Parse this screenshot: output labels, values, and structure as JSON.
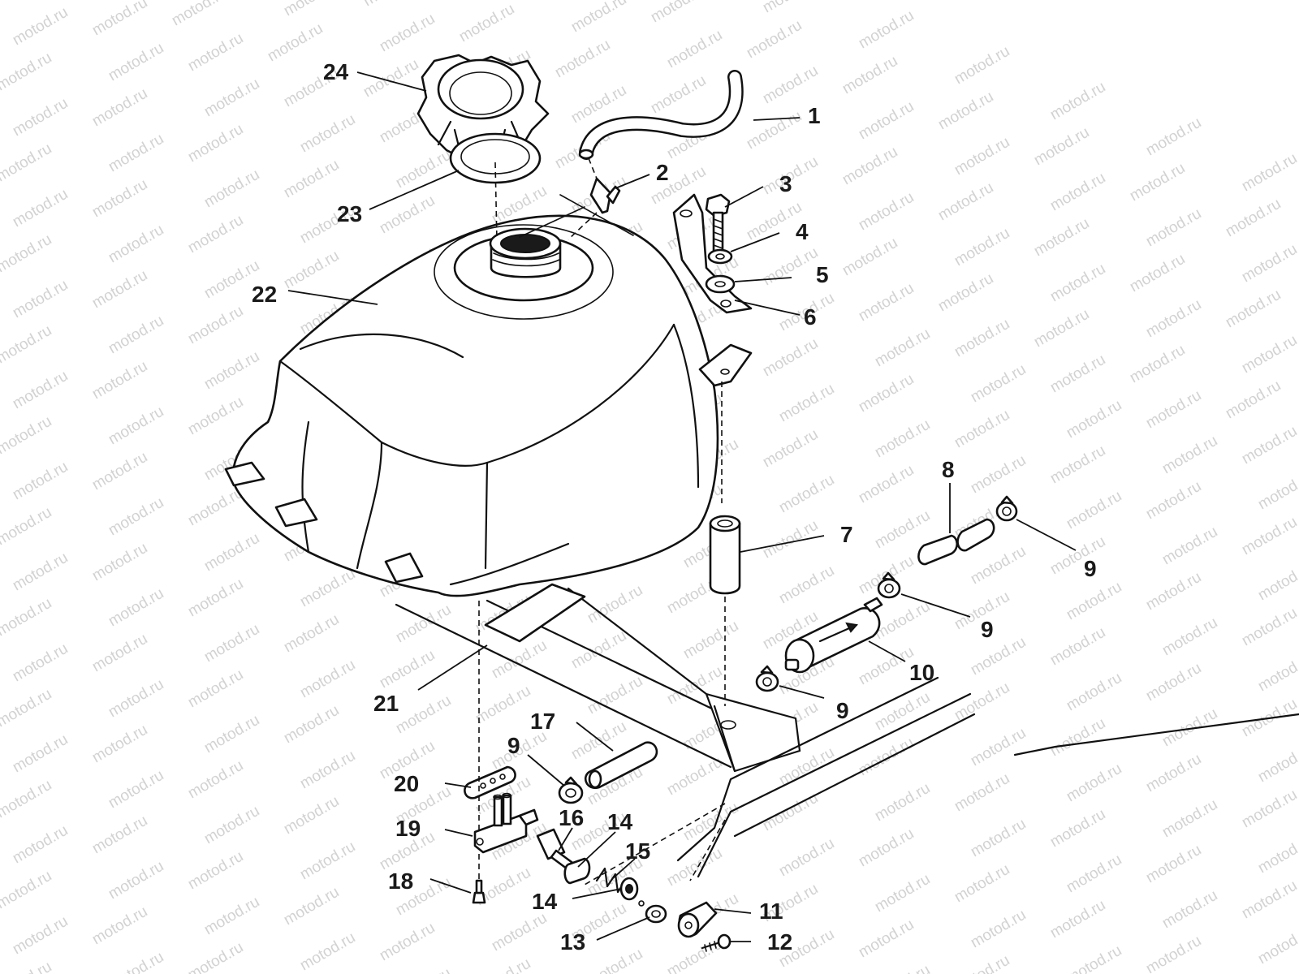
{
  "watermark": {
    "text": "motod.ru",
    "color": "#d2d2d2"
  },
  "callouts": [
    {
      "id": "1",
      "label": "1"
    },
    {
      "id": "2",
      "label": "2"
    },
    {
      "id": "3",
      "label": "3"
    },
    {
      "id": "4",
      "label": "4"
    },
    {
      "id": "5",
      "label": "5"
    },
    {
      "id": "6",
      "label": "6"
    },
    {
      "id": "7",
      "label": "7"
    },
    {
      "id": "8",
      "label": "8"
    },
    {
      "id": "9a",
      "label": "9"
    },
    {
      "id": "9b",
      "label": "9"
    },
    {
      "id": "9c",
      "label": "9"
    },
    {
      "id": "9d",
      "label": "9"
    },
    {
      "id": "10",
      "label": "10"
    },
    {
      "id": "11",
      "label": "11"
    },
    {
      "id": "12",
      "label": "12"
    },
    {
      "id": "13",
      "label": "13"
    },
    {
      "id": "14a",
      "label": "14"
    },
    {
      "id": "14b",
      "label": "14"
    },
    {
      "id": "15",
      "label": "15"
    },
    {
      "id": "16",
      "label": "16"
    },
    {
      "id": "17",
      "label": "17"
    },
    {
      "id": "18",
      "label": "18"
    },
    {
      "id": "19",
      "label": "19"
    },
    {
      "id": "20",
      "label": "20"
    },
    {
      "id": "21",
      "label": "21"
    },
    {
      "id": "22",
      "label": "22"
    },
    {
      "id": "23",
      "label": "23"
    },
    {
      "id": "24",
      "label": "24"
    }
  ]
}
